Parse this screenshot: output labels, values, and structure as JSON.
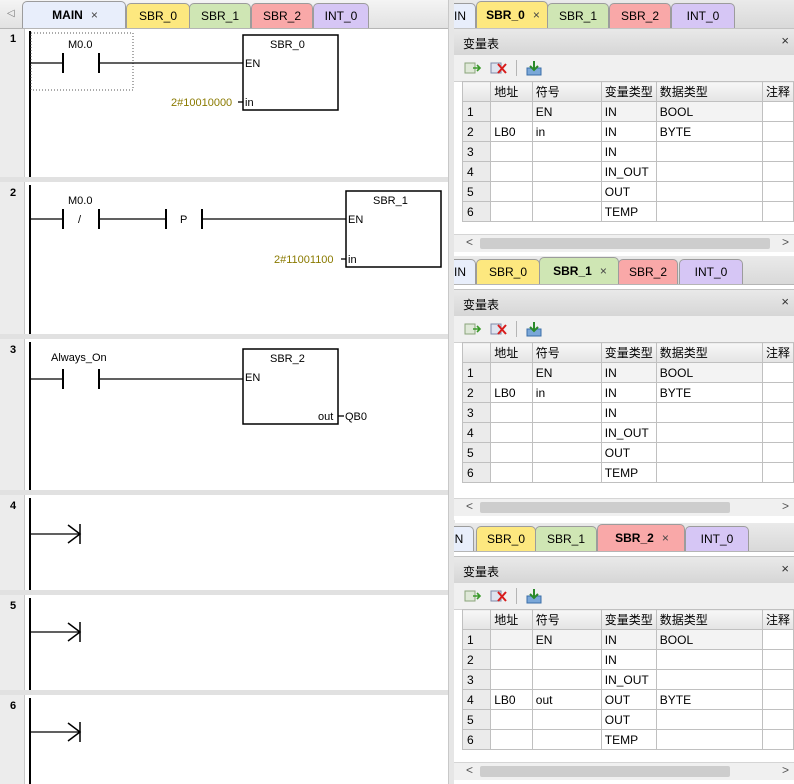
{
  "editor": {
    "tabs": [
      {
        "label": "MAIN",
        "color": "#e8eefb",
        "active": true,
        "close": "×"
      },
      {
        "label": "SBR_0",
        "color": "#fde87f"
      },
      {
        "label": "SBR_1",
        "color": "#cfe6b4"
      },
      {
        "label": "SBR_2",
        "color": "#f9a8a8"
      },
      {
        "label": "INT_0",
        "color": "#d6c6f5"
      }
    ],
    "networks": [
      {
        "num": "1",
        "contact": "M0.0",
        "box": "SBR_0",
        "en": "EN",
        "param": "in",
        "value": "2#10010000"
      },
      {
        "num": "2",
        "contact": "M0.0",
        "neg": "/",
        "edge": "P",
        "box": "SBR_1",
        "en": "EN",
        "param": "in",
        "value": "2#11001100"
      },
      {
        "num": "3",
        "contact": "Always_On",
        "box": "SBR_2",
        "en": "EN",
        "param": "out",
        "value": "QB0"
      },
      {
        "num": "4"
      },
      {
        "num": "5"
      },
      {
        "num": "6"
      }
    ]
  },
  "panels": [
    {
      "tabs": [
        {
          "label": "IN",
          "color": "#e8eefb"
        },
        {
          "label": "SBR_0",
          "color": "#fde87f",
          "active": true,
          "close": "×"
        },
        {
          "label": "SBR_1",
          "color": "#cfe6b4"
        },
        {
          "label": "SBR_2",
          "color": "#f9a8a8"
        },
        {
          "label": "INT_0",
          "color": "#d6c6f5"
        }
      ],
      "title": "变量表",
      "close": "×",
      "headers": [
        "",
        "地址",
        "符号",
        "变量类型",
        "数据类型",
        "注释"
      ],
      "rows": [
        [
          "1",
          "",
          "EN",
          "IN",
          "BOOL",
          ""
        ],
        [
          "2",
          "LB0",
          "in",
          "IN",
          "BYTE",
          ""
        ],
        [
          "3",
          "",
          "",
          "IN",
          "",
          ""
        ],
        [
          "4",
          "",
          "",
          "IN_OUT",
          "",
          ""
        ],
        [
          "5",
          "",
          "",
          "OUT",
          "",
          ""
        ],
        [
          "6",
          "",
          "",
          "TEMP",
          "",
          ""
        ]
      ]
    },
    {
      "tabs": [
        {
          "label": "IN",
          "color": "#e8eefb"
        },
        {
          "label": "SBR_0",
          "color": "#fde87f"
        },
        {
          "label": "SBR_1",
          "color": "#cfe6b4",
          "active": true,
          "close": "×"
        },
        {
          "label": "SBR_2",
          "color": "#f9a8a8"
        },
        {
          "label": "INT_0",
          "color": "#d6c6f5"
        }
      ],
      "title": "变量表",
      "close": "×",
      "headers": [
        "",
        "地址",
        "符号",
        "变量类型",
        "数据类型",
        "注释"
      ],
      "rows": [
        [
          "1",
          "",
          "EN",
          "IN",
          "BOOL",
          ""
        ],
        [
          "2",
          "LB0",
          "in",
          "IN",
          "BYTE",
          ""
        ],
        [
          "3",
          "",
          "",
          "IN",
          "",
          ""
        ],
        [
          "4",
          "",
          "",
          "IN_OUT",
          "",
          ""
        ],
        [
          "5",
          "",
          "",
          "OUT",
          "",
          ""
        ],
        [
          "6",
          "",
          "",
          "TEMP",
          "",
          ""
        ]
      ]
    },
    {
      "tabs": [
        {
          "label": "N",
          "color": "#e8eefb"
        },
        {
          "label": "SBR_0",
          "color": "#fde87f"
        },
        {
          "label": "SBR_1",
          "color": "#cfe6b4"
        },
        {
          "label": "SBR_2",
          "color": "#f9a8a8",
          "active": true,
          "close": "×"
        },
        {
          "label": "INT_0",
          "color": "#d6c6f5"
        }
      ],
      "title": "变量表",
      "close": "×",
      "headers": [
        "",
        "地址",
        "符号",
        "变量类型",
        "数据类型",
        "注释"
      ],
      "rows": [
        [
          "1",
          "",
          "EN",
          "IN",
          "BOOL",
          ""
        ],
        [
          "2",
          "",
          "",
          "IN",
          "",
          ""
        ],
        [
          "3",
          "",
          "",
          "IN_OUT",
          "",
          ""
        ],
        [
          "4",
          "LB0",
          "out",
          "OUT",
          "BYTE",
          ""
        ],
        [
          "5",
          "",
          "",
          "OUT",
          "",
          ""
        ],
        [
          "6",
          "",
          "",
          "TEMP",
          "",
          ""
        ]
      ]
    }
  ],
  "scroll": {
    "left_arrow": "<",
    "right_arrow": ">"
  }
}
